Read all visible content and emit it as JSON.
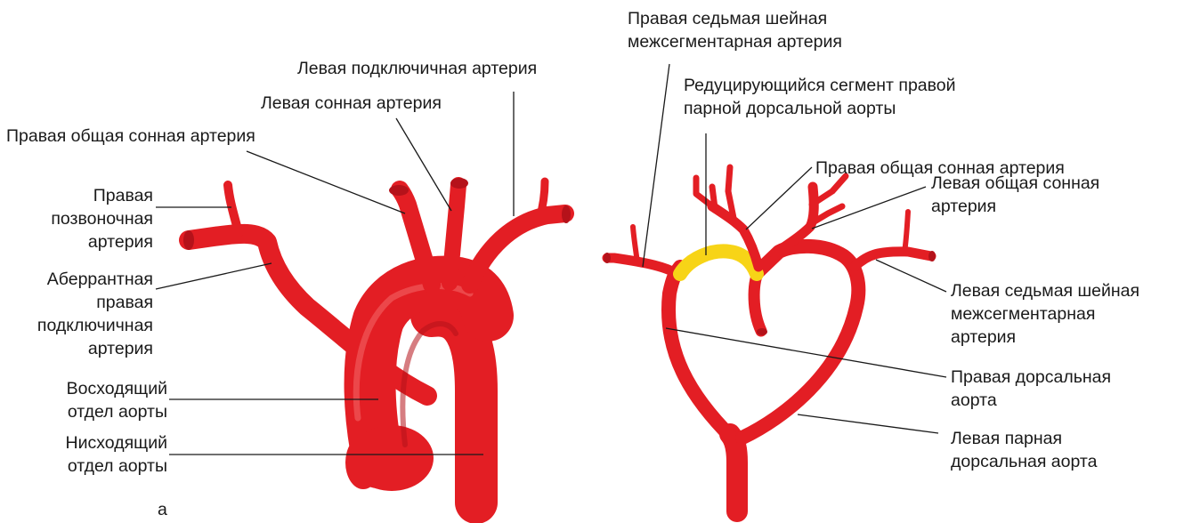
{
  "colors": {
    "artery": "#e31e24",
    "artery_dark": "#b5121a",
    "artery_highlight": "#f46a6a",
    "regressing_segment": "#f7d417",
    "label_text": "#1a1a1a"
  },
  "panel_a": {
    "panel_letter": "а",
    "labels": {
      "left_subclavian": "Левая подключичная артерия",
      "left_carotid": "Левая сонная артерия",
      "right_common_carotid": "Правая общая сонная артерия",
      "right_vertebral": "Правая\nпозвоночная\nартерия",
      "aberrant_right_subclavian": "Аберрантная\nправая\nподключичная\nартерия",
      "ascending_aorta": "Восходящий\nотдел аорты",
      "descending_aorta": "Нисходящий\nотдел аорты"
    }
  },
  "panel_b": {
    "labels": {
      "right_seventh_intersegmental": "Правая седьмая шейная\nмежсегментарная артерия",
      "regressing_segment": "Редуцирующийся сегмент правой\nпарной дорсальной аорты",
      "right_common_carotid": "Правая общая сонная артерия",
      "left_common_carotid": "Левая общая сонная\nартерия",
      "left_seventh_intersegmental": "Левая седьмая шейная\nмежсегментарная\nартерия",
      "right_dorsal_aorta": "Правая дорсальная\nаорта",
      "left_paired_dorsal_aorta": "Левая парная\nдорсальная аорта"
    }
  }
}
